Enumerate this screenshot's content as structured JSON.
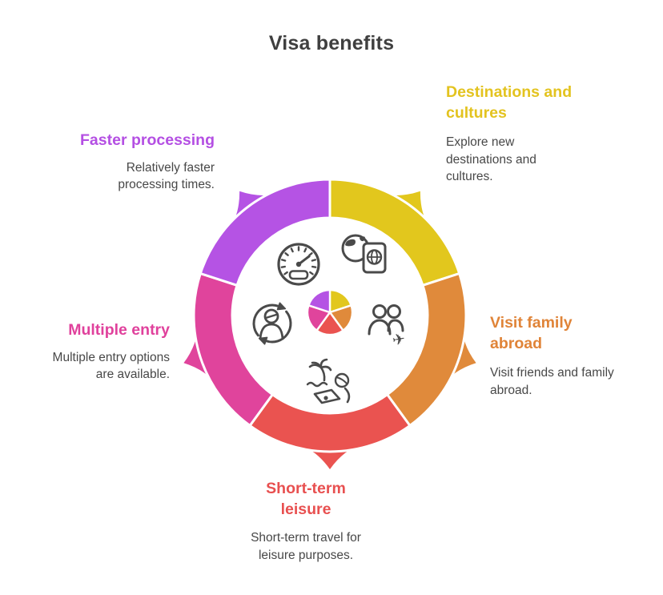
{
  "title": "Visa benefits",
  "wheel": {
    "segment_count": 5,
    "center_graphic": "pie-chart"
  },
  "sections": [
    {
      "id": "destinations-and-cultures",
      "heading": "Destinations and cultures",
      "body": "Explore new destinations and cultures.",
      "color": "#e2c71d",
      "icon": "globe-passport-icon",
      "position": "top-right"
    },
    {
      "id": "visit-family-abroad",
      "heading": "Visit family abroad",
      "body": "Visit friends and family abroad.",
      "color": "#e08a3b",
      "icon": "family-travel-icon",
      "position": "right"
    },
    {
      "id": "short-term-leisure",
      "heading": "Short-term leisure",
      "body": "Short-term travel for leisure purposes.",
      "color": "#ea5350",
      "icon": "beach-leisure-icon",
      "position": "bottom"
    },
    {
      "id": "multiple-entry",
      "heading": "Multiple entry",
      "body": "Multiple entry options are available.",
      "color": "#e0449c",
      "icon": "recurring-person-icon",
      "position": "left"
    },
    {
      "id": "faster-processing",
      "heading": "Faster processing",
      "body": "Relatively faster processing times.",
      "color": "#b553e4",
      "icon": "speedometer-icon",
      "position": "top-left"
    }
  ]
}
